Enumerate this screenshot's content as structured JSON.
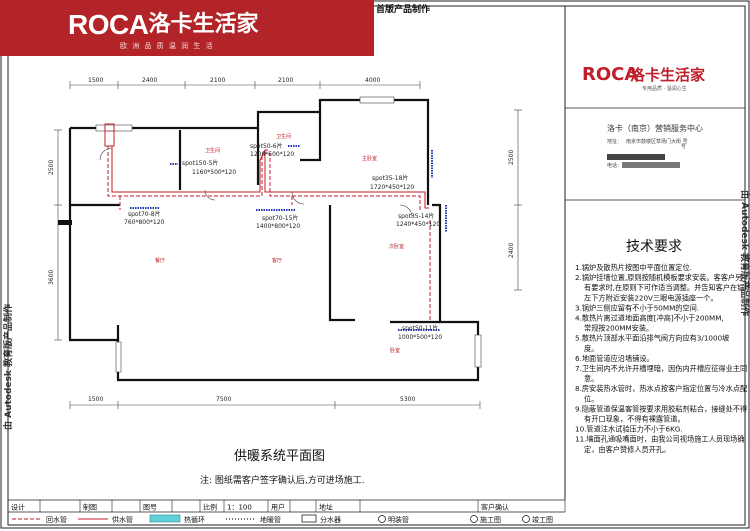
{
  "banner": {
    "brand_en": "ROCA",
    "brand_cn": "洛卡生活家",
    "tagline": "欧 洲 品 质    温 润 生 活"
  },
  "header_partial": "首版产品制作",
  "title_block": {
    "logo_en": "ROCA",
    "logo_cn": "洛卡生活家",
    "logo_tagline": "专用品质 · 温润心生",
    "company": "洛卡（南京）营销服务中心",
    "address_prefix": "地址：",
    "address": "南京市鼓楼区草场门大街 号",
    "address_suffix": "号",
    "phone_prefix": "电话："
  },
  "watermark": "由 Autodesk 教育版产品制作",
  "tech": {
    "heading": "技术要求",
    "items": [
      "1.锅炉及散热片按图中平面位置定位.",
      "2.锅炉挂墙位置,原则按随机模板要求安装。客客户另有要求时,在原则下可作适当调整。并告知客户在锅炉左下方附近安装220V三眼电源插座一个。",
      "3.锅炉三侧应留有不小于50MM的空间.",
      "4.散热片离过道地面高度[冲高]不小于200MM,常规按200MM安装。",
      "5.散热片顶部水平面沿排气阀方向应有3/1000坡度。",
      "6.地面管道应沿墙铺设。",
      "7.卫生间内不允许开槽埋暗，因伤内开槽应征得业主同意。",
      "8.房安装热水管时，热水点按客户指定位置与冷水点配位。",
      "9.隐蔽管道保温客管按要求用胶粘剂粘合，接缝处不得有开口现象，不得有裸露管道。",
      "10.管道注水试验压力不小于6KG.",
      "11.墙面孔通吸嘴面时，由我公司视场施工人员现场确定，由客户赞修人员开孔。"
    ]
  },
  "plan": {
    "top_dims": [
      "1500",
      "2400",
      "2100",
      "2100",
      "4000"
    ],
    "bottom_dims": [
      "1500",
      "7500",
      "5300"
    ],
    "left_dims": [
      "2500",
      "3600"
    ],
    "right_dims": [
      "2500",
      "2400"
    ],
    "rooms": [
      "卫生间",
      "卫生间",
      "主卧室",
      "次卧室",
      "餐厅",
      "客厅",
      "卧室"
    ],
    "radiators": [
      {
        "model": "spot150-5片",
        "size": "1160*500*120"
      },
      {
        "model": "spot50-6片",
        "size": "1200*500*120"
      },
      {
        "model": "spot35-18片",
        "size": "1720*450*120"
      },
      {
        "model": "spot70-8片",
        "size": "760*800*120"
      },
      {
        "model": "spot70-15片",
        "size": "1400*800*120"
      },
      {
        "model": "spot35-14片",
        "size": "1240*450*120"
      },
      {
        "model": "spot50-11片",
        "size": "1000*500*120"
      }
    ]
  },
  "drawing_title": "供暖系统平面图",
  "note": "注: 图纸需客户签字确认后,方可进场施工.",
  "info_row": [
    "设计",
    "",
    "制图",
    "",
    "图号",
    "",
    "比例",
    "1：100",
    "用户",
    "",
    "地址",
    "",
    "客户确认"
  ],
  "legend": [
    {
      "label": "回水管",
      "kind": "dashed"
    },
    {
      "label": "供水管",
      "kind": "solid"
    },
    {
      "label": "热循环",
      "kind": "hatch"
    },
    {
      "label": "地暖管",
      "kind": "dotted"
    },
    {
      "label": "分水器",
      "kind": "box"
    },
    {
      "label": "明装管",
      "kind": "circle"
    },
    {
      "label": "施工图",
      "kind": "circle"
    },
    {
      "label": "竣工图",
      "kind": "circle"
    }
  ]
}
